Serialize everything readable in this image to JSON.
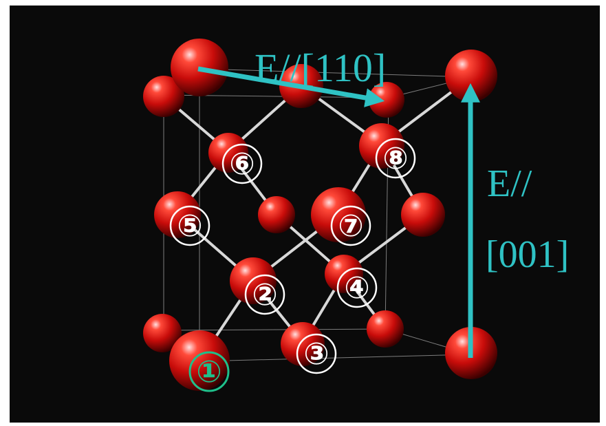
{
  "colors": {
    "background": "#0a0a0a",
    "border": "#ffffff",
    "atom": "#d0100e",
    "bond": "#d8d8d8",
    "cell_edge": "#9a9a9a",
    "arrow": "#2fc2c4",
    "field_text": "#2fc2c4",
    "label_white": "#ffffff",
    "label_green": "#1fbf8a"
  },
  "field_labels": {
    "e110": "E//[110]",
    "e001_line1": "E//",
    "e001_line2": "[001]"
  },
  "atom_labels": [
    "①",
    "②",
    "③",
    "④",
    "⑤",
    "⑥",
    "⑦",
    "⑧"
  ]
}
